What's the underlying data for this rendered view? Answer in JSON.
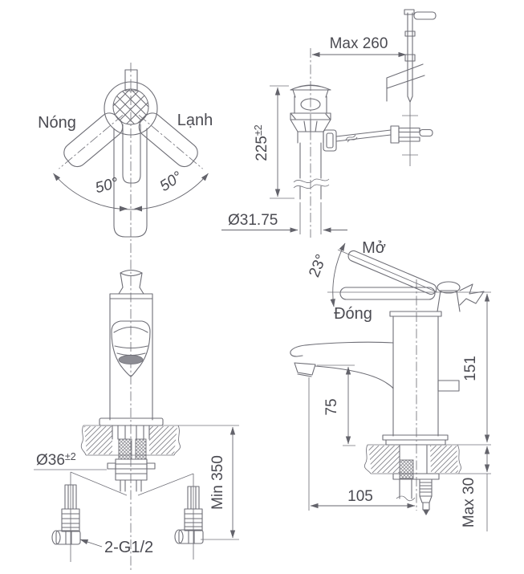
{
  "drawing": {
    "type": "faucet-installation-technical-drawing",
    "views": {
      "top": {
        "hot": "Nóng",
        "cold": "Lạnh",
        "angle_left": "50°",
        "angle_right": "50°"
      },
      "drain": {
        "max_width": "Max 260",
        "height": "225",
        "height_tol": "±2",
        "pipe_dia": "Ø31.75"
      },
      "front": {
        "dia": "Ø36",
        "dia_tol": "±2",
        "min_clear": "Min 350",
        "thread": "2-G1/2"
      },
      "side": {
        "open": "Mở",
        "closed": "Đóng",
        "angle": "23°",
        "height": "151",
        "spout_height": "75",
        "depth": "105",
        "max_thickness": "Max 30"
      }
    },
    "colors": {
      "line": "#6e6e76",
      "text": "#4b4b52",
      "background": "#ffffff"
    }
  }
}
